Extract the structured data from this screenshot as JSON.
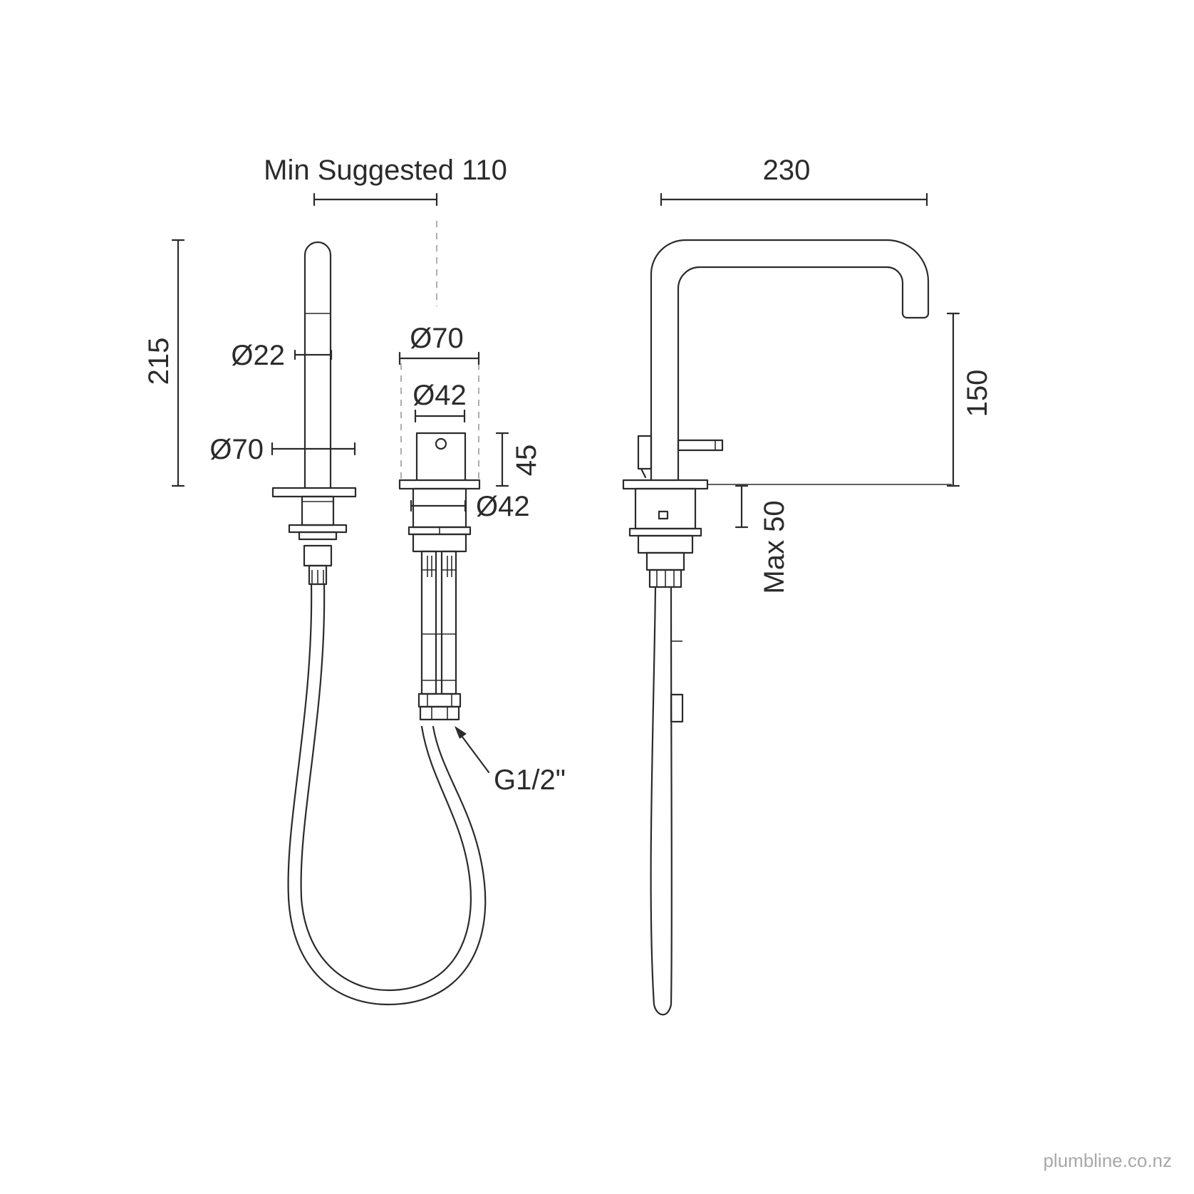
{
  "dimensions": {
    "min_suggested": "Min Suggested 110",
    "width_230": "230",
    "height_215": "215",
    "height_150": "150",
    "spout_dia": "Ø22",
    "base_dia_left": "Ø70",
    "top_dia_center": "Ø70",
    "handle_dia": "Ø42",
    "body_height": "45",
    "body_dia": "Ø42",
    "max_deck": "Max 50",
    "thread": "G1/2\""
  },
  "credit": "plumbline.co.nz",
  "colors": {
    "line": "#2b2b2b",
    "dashed": "#9a9a9a",
    "credit": "#a8a8a8"
  }
}
